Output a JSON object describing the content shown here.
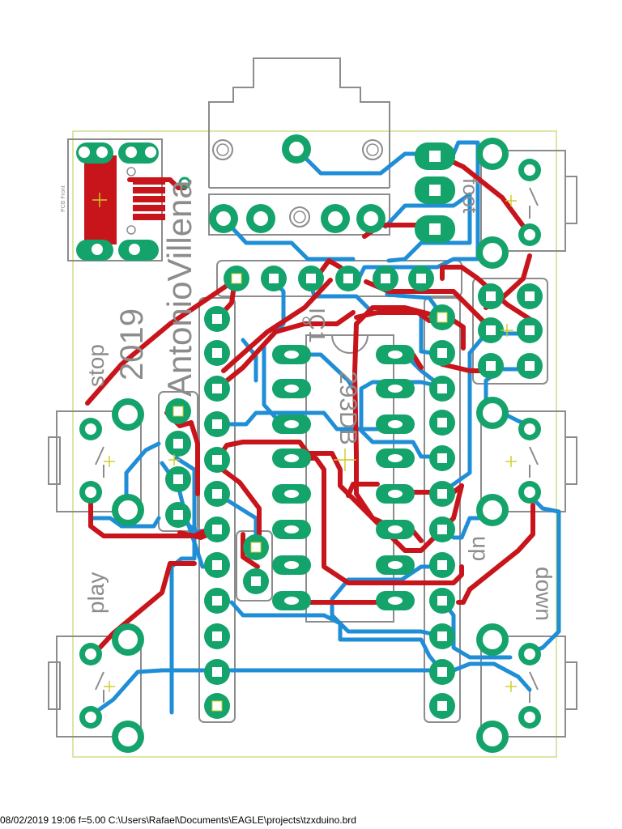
{
  "board": {
    "year": "2019",
    "author": "AntonioVillena",
    "ic_name": "IC1",
    "ic_value": "293DB",
    "usb_side_label": "PCB Front"
  },
  "labels": {
    "stop": "stop",
    "play": "play",
    "up": "up",
    "down": "down",
    "foot": "foot"
  },
  "footer": "08/02/2019 19:06  f=5.00  C:\\Users\\Rafael\\Documents\\EAGLE\\projects\\tzxduino.brd",
  "colors": {
    "top_copper": "#c8151b",
    "bottom_copper": "#1f8ed6",
    "pads": "#14a36b",
    "silkscreen": "#8c8c8c",
    "board_outline": "#b5cc4f"
  }
}
